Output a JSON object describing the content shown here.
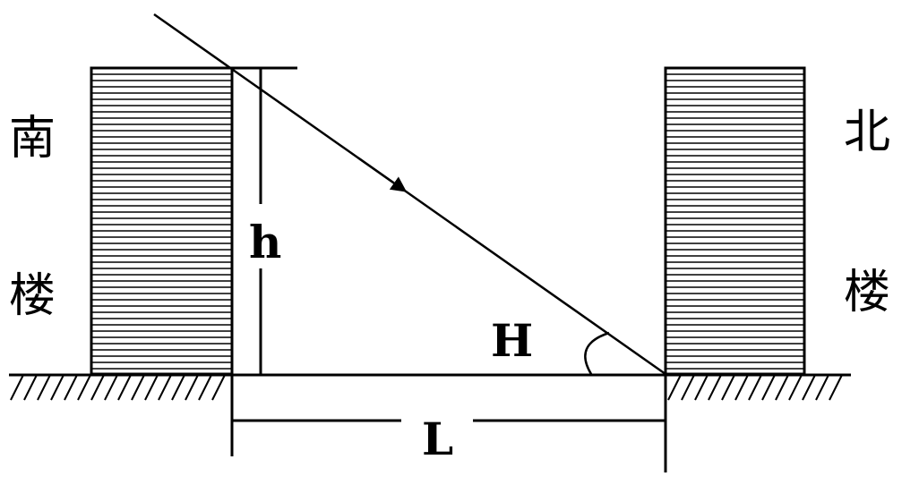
{
  "labels": {
    "south_building_char1": "南",
    "south_building_char2": "楼",
    "north_building_char1": "北",
    "north_building_char2": "楼",
    "height": "h",
    "angle": "H",
    "distance": "L"
  },
  "colors": {
    "ink": "#000000",
    "background": "#ffffff"
  }
}
